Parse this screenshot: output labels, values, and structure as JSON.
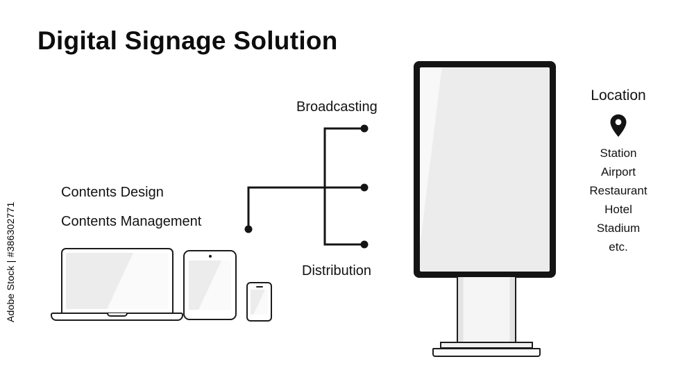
{
  "watermark": {
    "text": "Adobe Stock | #386302771"
  },
  "title": "Digital Signage Solution",
  "diagram": {
    "broadcasting_label": "Broadcasting",
    "distribution_label": "Distribution",
    "contents_line1": "Contents Design",
    "contents_line2": "Contents Management",
    "location_label": "Location",
    "location_items": [
      "Station",
      "Airport",
      "Restaurant",
      "Hotel",
      "Stadium",
      "etc."
    ]
  },
  "colors": {
    "line": "#141414",
    "text": "#121212",
    "screen_shade": "#ececec",
    "kiosk_frame": "#141414"
  },
  "icons": {
    "map_pin": "map-pin-icon"
  }
}
